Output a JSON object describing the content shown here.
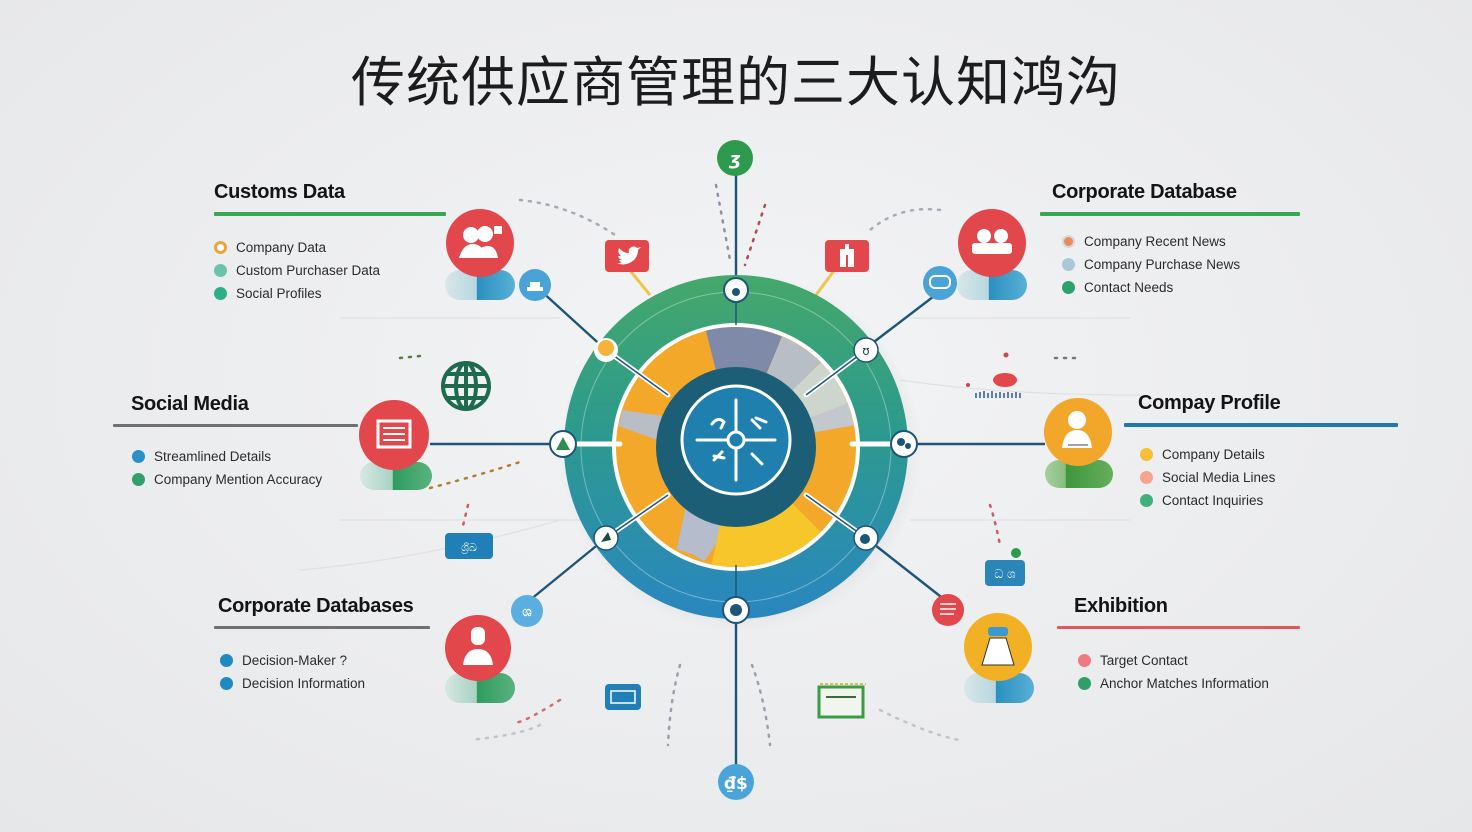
{
  "title": "传统供应商管理的三大认知鸿沟",
  "colors": {
    "background": "#e9eaec",
    "green": "#3fa56b",
    "teal_dark": "#1d5f78",
    "blue": "#2a8bc0",
    "red": "#e2474c",
    "orange": "#f1a724",
    "yellow": "#f6c12a",
    "gray": "#b9bec6",
    "slate": "#7f8aa8"
  },
  "panels": {
    "customs_data": {
      "title": "Customs Data",
      "rule_color": "#3aa655",
      "items": [
        {
          "label": "Company Data",
          "dot": "#f0a23a"
        },
        {
          "label": "Custom Purchaser Data",
          "dot": "#6cc3ac"
        },
        {
          "label": "Social Profiles",
          "dot": "#2fae88"
        }
      ]
    },
    "corporate_database": {
      "title": "Corporate Database",
      "rule_color": "#3aa655",
      "items": [
        {
          "label": "Company Recent News",
          "dot": "#ee8a5e"
        },
        {
          "label": "Company Purchase News",
          "dot": "#a9c9d8"
        },
        {
          "label": "Contact Needs",
          "dot": "#2fa06a"
        }
      ]
    },
    "social_media": {
      "title": "Social Media",
      "rule_color": "#6e7073",
      "items": [
        {
          "label": "Streamlined Details",
          "dot": "#2a8fc4"
        },
        {
          "label": "Company Mention Accuracy",
          "dot": "#2fa06a"
        }
      ]
    },
    "company_profile": {
      "title": "Compay Profile",
      "rule_color": "#1f7aa8",
      "items": [
        {
          "label": "Company Details",
          "dot": "#f5c034"
        },
        {
          "label": "Social Media Lines",
          "dot": "#f5a58d"
        },
        {
          "label": "Contact Inquiries",
          "dot": "#3fb07a"
        }
      ]
    },
    "corporate_databases": {
      "title": "Corporate Databases",
      "rule_color": "#6e7073",
      "items": [
        {
          "label": "Decision-Maker ?",
          "dot": "#1f8ac0"
        },
        {
          "label": "Decision Information",
          "dot": "#1f8ac0"
        }
      ]
    },
    "exhibition": {
      "title": "Exhibition",
      "rule_color": "#e4555c",
      "items": [
        {
          "label": "Target Contact",
          "dot": "#ef7b80"
        },
        {
          "label": "Anchor Matches Information",
          "dot": "#2f9f68"
        }
      ]
    }
  },
  "icons": {
    "top_node": "app-icon",
    "twitter_tile": "twitter-icon",
    "building_tile": "building-icon",
    "globe": "globe-icon",
    "hub_center": "compass-icon",
    "customs_avatar": "team-icon",
    "corporate_avatar": "group-icon",
    "social_avatar": "newspaper-icon",
    "profile_avatar": "user-icon",
    "databases_avatar": "person-icon",
    "exhibition_avatar": "attendee-icon",
    "bottom_node": "currency-icon"
  }
}
